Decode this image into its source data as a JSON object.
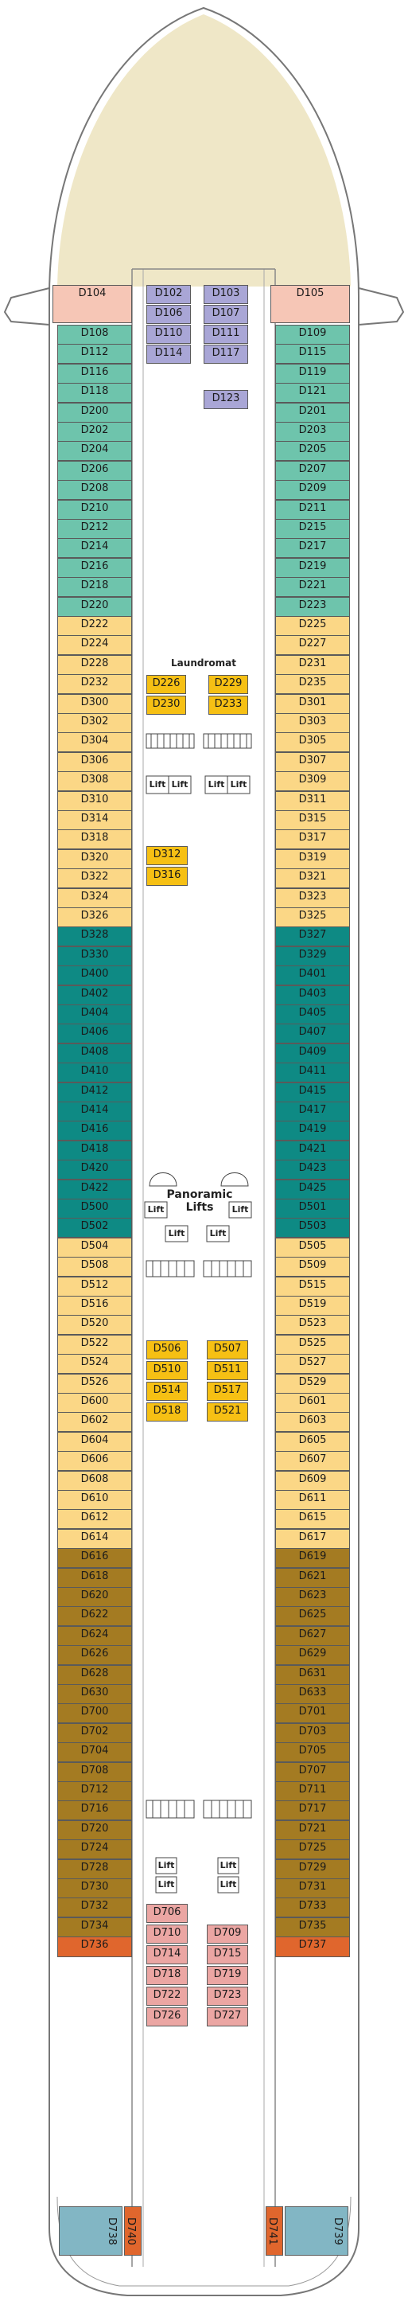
{
  "colors": {
    "mint": "#6ec4ac",
    "gold": "#fbd786",
    "teal": "#0e8a84",
    "brown": "#a47b22",
    "orange": "#e0662d",
    "lightblue": "#82b6c4",
    "pink": "#f6c6b6",
    "lavender": "#a9a6d6",
    "yellow": "#f6c014",
    "rose": "#eba6a3",
    "bow": "#efe7c7"
  },
  "labels": {
    "laundromat": "Laundromat",
    "lift": "Lift",
    "panoramic1": "Panoramic",
    "panoramic2": "Lifts"
  },
  "portColumn": {
    "pinkTop": "D104",
    "mint": [
      "D108",
      "D112",
      "D116",
      "D118",
      "D200",
      "D202",
      "D204",
      "D206",
      "D208",
      "D210",
      "D212",
      "D214",
      "D216",
      "D218",
      "D220"
    ],
    "goldA": [
      "D222",
      "D224",
      "D228",
      "D232",
      "D300",
      "D302",
      "D304",
      "D306",
      "D308",
      "D310",
      "D314",
      "D318",
      "D320",
      "D322",
      "D324",
      "D326"
    ],
    "teal": [
      "D328",
      "D330",
      "D400",
      "D402",
      "D404",
      "D406",
      "D408",
      "D410",
      "D412",
      "D414",
      "D416",
      "D418",
      "D420",
      "D422",
      "D500",
      "D502"
    ],
    "goldB": [
      "D504",
      "D508",
      "D512",
      "D516",
      "D520",
      "D522",
      "D524",
      "D526",
      "D600",
      "D602",
      "D604",
      "D606",
      "D608",
      "D610",
      "D612",
      "D614"
    ],
    "brown": [
      "D616",
      "D618",
      "D620",
      "D622",
      "D624",
      "D626",
      "D628",
      "D630",
      "D700",
      "D702",
      "D704",
      "D708",
      "D712",
      "D716",
      "D720",
      "D724",
      "D728",
      "D730",
      "D732",
      "D734"
    ],
    "orangeBottom": "D736"
  },
  "starboardColumn": {
    "pinkTop": "D105",
    "mint": [
      "D109",
      "D115",
      "D119",
      "D121",
      "D201",
      "D203",
      "D205",
      "D207",
      "D209",
      "D211",
      "D215",
      "D217",
      "D219",
      "D221",
      "D223"
    ],
    "goldA": [
      "D225",
      "D227",
      "D231",
      "D235",
      "D301",
      "D303",
      "D305",
      "D307",
      "D309",
      "D311",
      "D315",
      "D317",
      "D319",
      "D321",
      "D323",
      "D325"
    ],
    "teal": [
      "D327",
      "D329",
      "D401",
      "D403",
      "D405",
      "D407",
      "D409",
      "D411",
      "D415",
      "D417",
      "D419",
      "D421",
      "D423",
      "D425",
      "D501",
      "D503"
    ],
    "goldB": [
      "D505",
      "D509",
      "D515",
      "D519",
      "D523",
      "D525",
      "D527",
      "D529",
      "D601",
      "D603",
      "D605",
      "D607",
      "D609",
      "D611",
      "D615",
      "D617"
    ],
    "brown": [
      "D619",
      "D621",
      "D623",
      "D625",
      "D627",
      "D629",
      "D631",
      "D633",
      "D701",
      "D703",
      "D705",
      "D707",
      "D711",
      "D717",
      "D721",
      "D725",
      "D729",
      "D731",
      "D733",
      "D735"
    ],
    "orangeBottom": "D737"
  },
  "innerCabins": {
    "lavender": [
      [
        "D102",
        "D103"
      ],
      [
        "D106",
        "D107"
      ],
      [
        "D110",
        "D111"
      ],
      [
        "D114",
        "D117"
      ]
    ],
    "lavenderSingle": "D123",
    "laundryBlock": [
      [
        "D226",
        "D229"
      ],
      [
        "D230",
        "D233"
      ]
    ],
    "midSingles": [
      "D312",
      "D316"
    ],
    "block500": [
      [
        "D506",
        "D507"
      ],
      [
        "D510",
        "D511"
      ],
      [
        "D514",
        "D517"
      ],
      [
        "D518",
        "D521"
      ]
    ],
    "rose": [
      [
        "D706",
        ""
      ],
      [
        "D710",
        "D709"
      ],
      [
        "D714",
        "D715"
      ],
      [
        "D718",
        "D719"
      ],
      [
        "D722",
        "D723"
      ],
      [
        "D726",
        "D727"
      ]
    ]
  },
  "stern": {
    "left": [
      "D738",
      "D740"
    ],
    "right": [
      "D741",
      "D739"
    ]
  }
}
